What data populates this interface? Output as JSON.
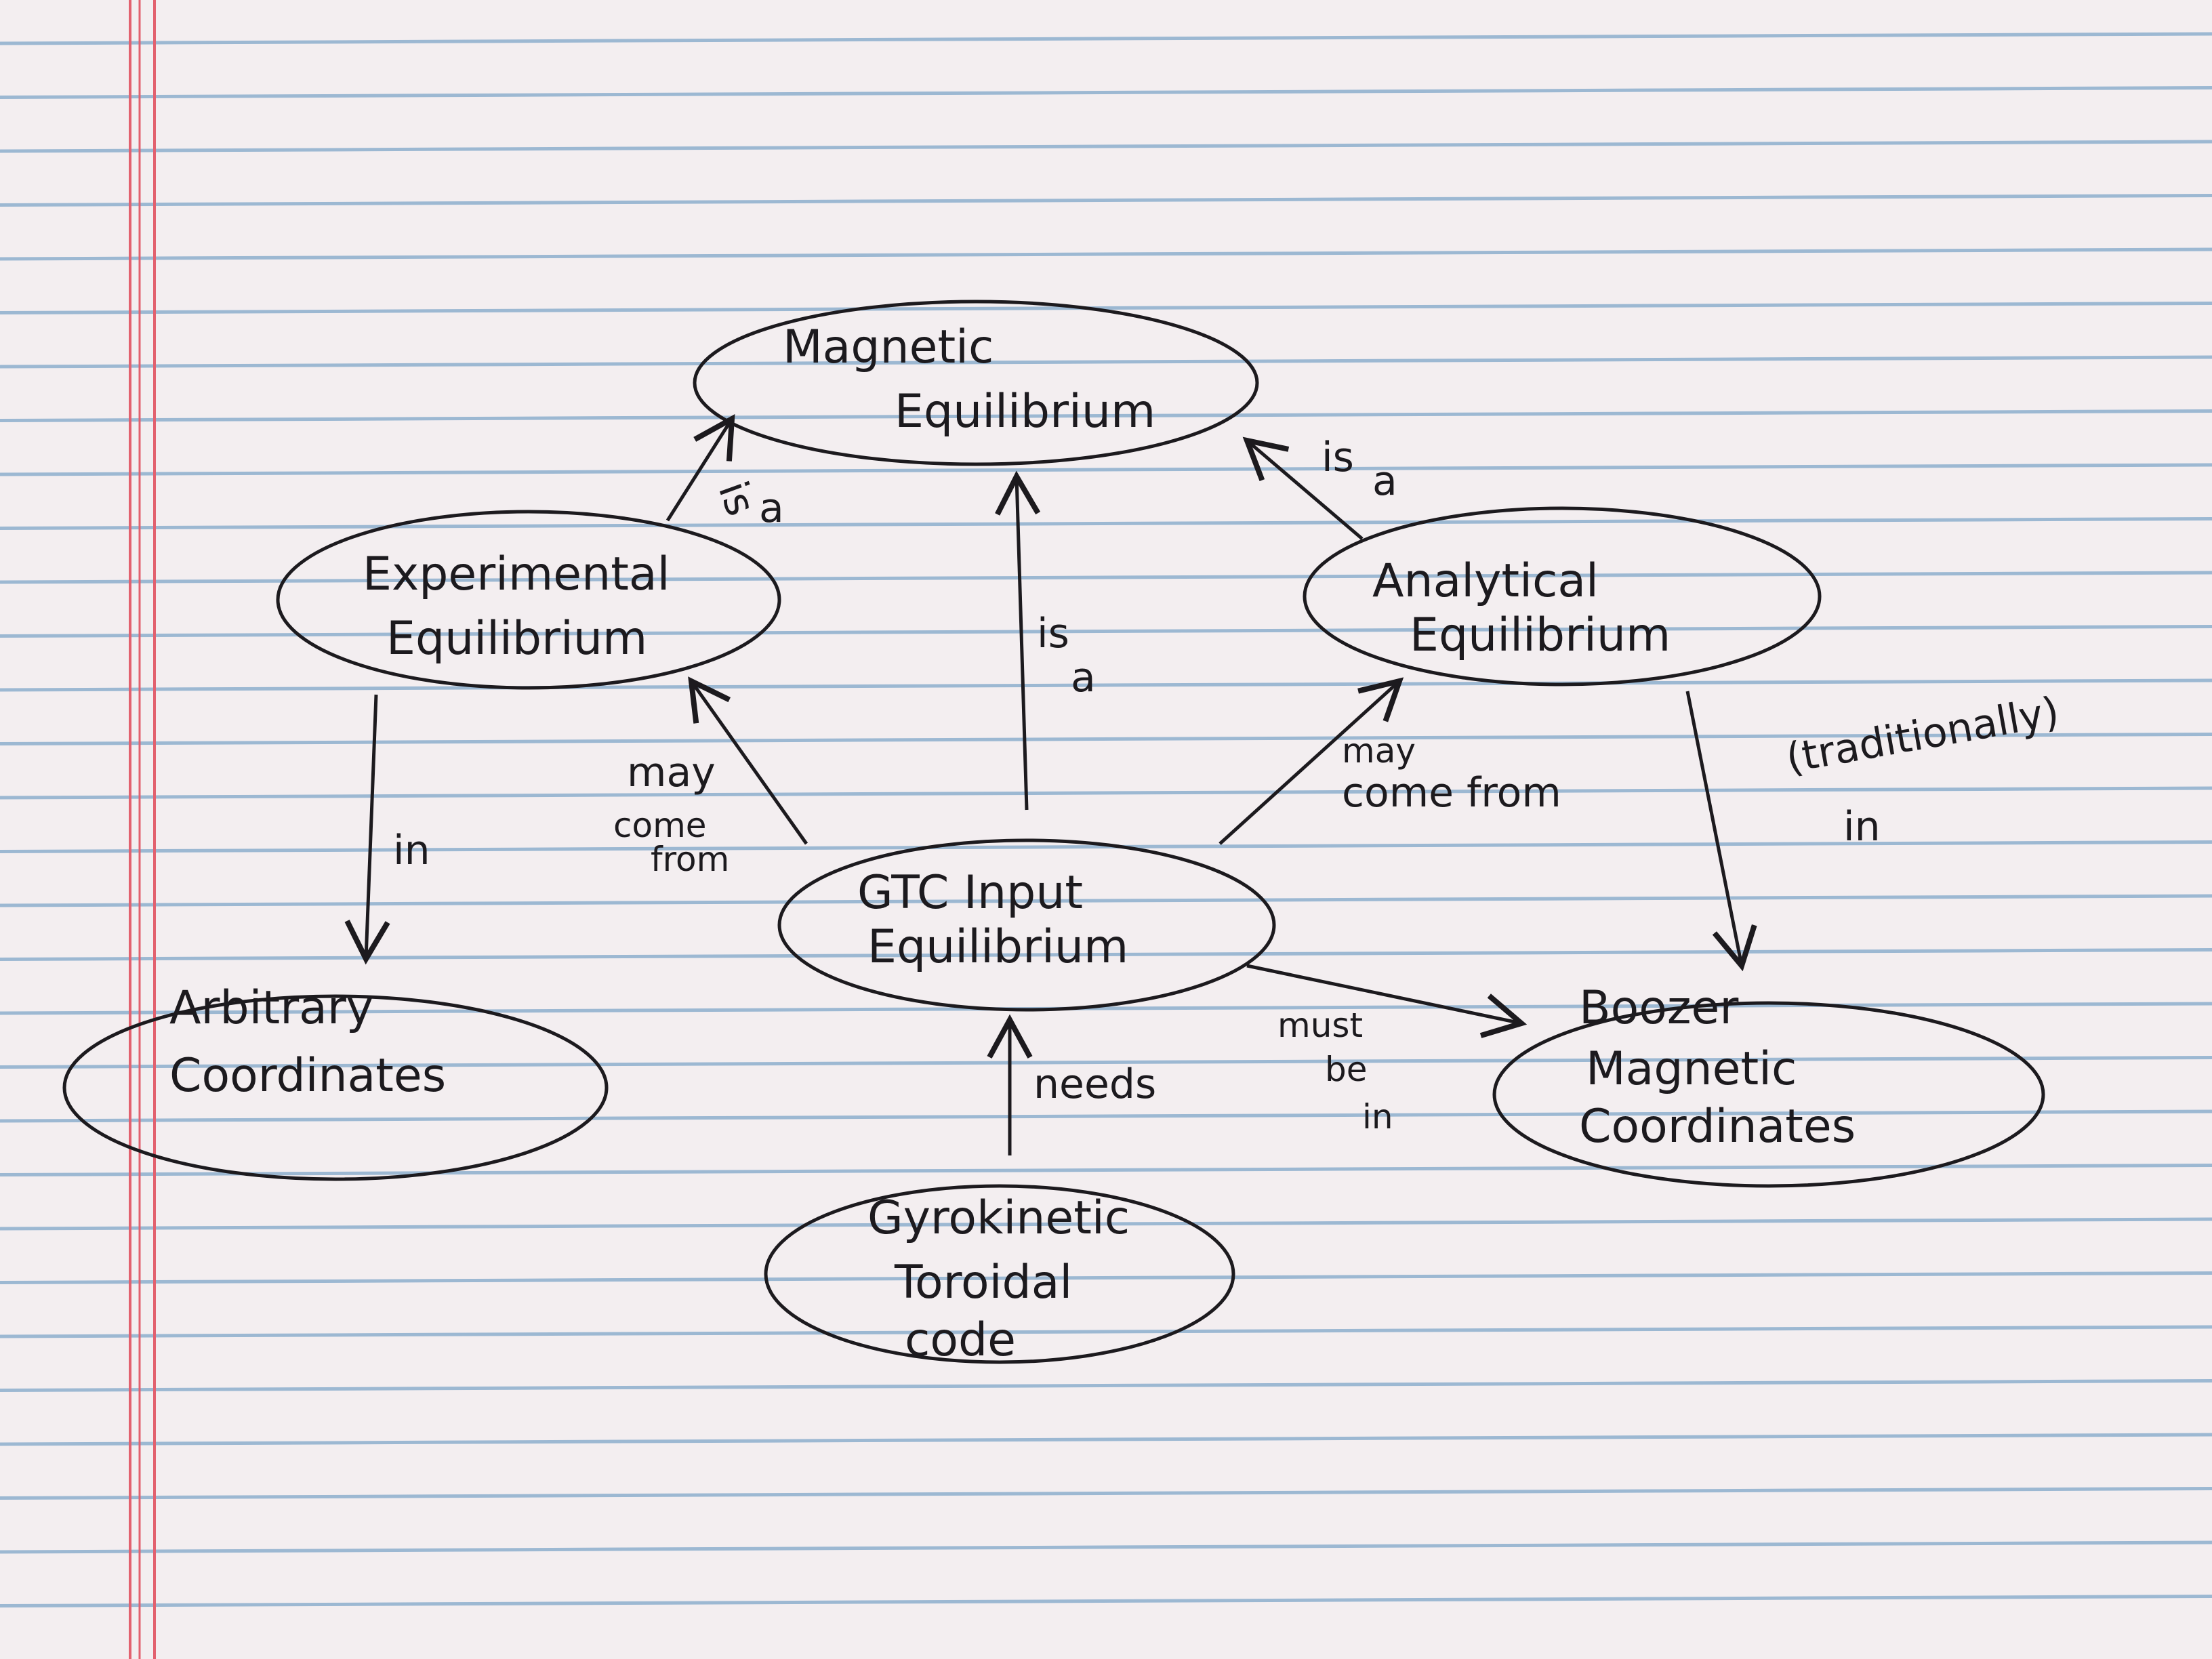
{
  "colors": {
    "paper": "#f3eef0",
    "rule_line": "#7fa6c9",
    "margin_line": "#e2616f",
    "ink": "#1c1a1e"
  },
  "nodes": {
    "magnetic": {
      "line1": "Magnetic",
      "line2": "Equilibrium"
    },
    "experimental": {
      "line1": "Experimental",
      "line2": "Equilibrium"
    },
    "analytical": {
      "line1": "Analytical",
      "line2": "Equilibrium"
    },
    "gtc_input": {
      "line1": "GTC Input",
      "line2": "Equilibrium"
    },
    "arbitrary": {
      "line1": "Arbitrary",
      "line2": "Coordinates"
    },
    "boozer": {
      "line1": "Boozer",
      "line2": "Magnetic",
      "line3": "Coordinates"
    },
    "gyrokinetic": {
      "line1": "Gyrokinetic",
      "line2": "Toroidal",
      "line3": "code"
    }
  },
  "edges": {
    "exp_to_mag": {
      "line1": "is",
      "line2": "a"
    },
    "gtc_to_mag": {
      "line1": "is",
      "line2": "a"
    },
    "ana_to_mag": {
      "line1": "is",
      "line2": "a"
    },
    "gtc_to_exp": {
      "line1": "may",
      "line2": "come",
      "line3": "from"
    },
    "gtc_to_ana": {
      "line1": "may",
      "line2": "come from"
    },
    "exp_to_arb": {
      "line1": "in"
    },
    "ana_to_boozer": {
      "line1": "(traditionally)",
      "line2": "in"
    },
    "gtc_to_boozer": {
      "line1": "must",
      "line2": "be",
      "line3": "in"
    },
    "code_to_gtc": {
      "line1": "needs"
    }
  }
}
